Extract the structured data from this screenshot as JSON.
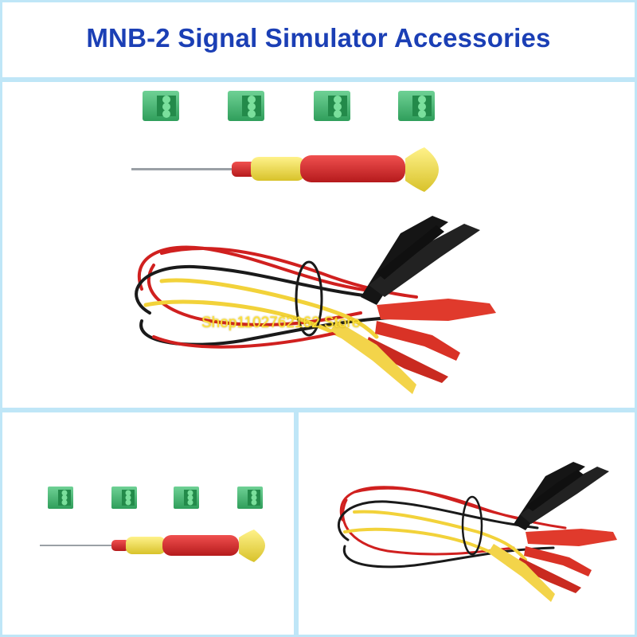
{
  "header": {
    "title": "MNB-2 Signal Simulator Accessories"
  },
  "watermark": {
    "text": "Shop1102762162 Store"
  },
  "colors": {
    "title": "#1b3fb5",
    "panel_border": "#bfe6f7",
    "terminal_green": "#3fb56d",
    "handle_red": "#d9282c",
    "handle_yellow": "#f3e34d",
    "wire_red": "#d0201f",
    "wire_yellow": "#f2d23a",
    "wire_black": "#1a1a1a",
    "clip_red": "#e03a2c",
    "clip_black": "#151515",
    "clip_yellow": "#f3d44a"
  },
  "items": {
    "terminal_blocks": {
      "count": 4
    },
    "screwdriver": {
      "count": 1
    },
    "test_leads": {
      "count": 6
    }
  }
}
